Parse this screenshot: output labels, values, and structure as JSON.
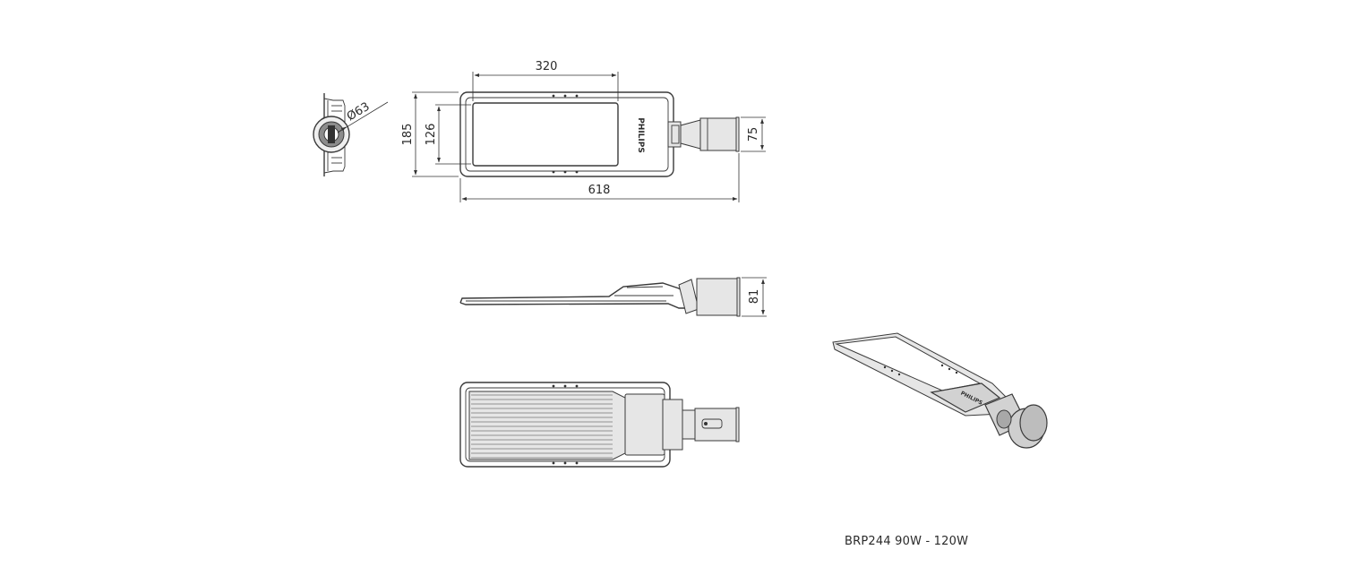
{
  "dimensions": {
    "diameter": "Ø63",
    "top_width": "320",
    "height_outer": "185",
    "height_inner": "126",
    "length_total": "618",
    "spigot_height": "75",
    "side_height": "81"
  },
  "brand_mark": "PHILIPS",
  "caption": "BRP244 90W - 120W"
}
